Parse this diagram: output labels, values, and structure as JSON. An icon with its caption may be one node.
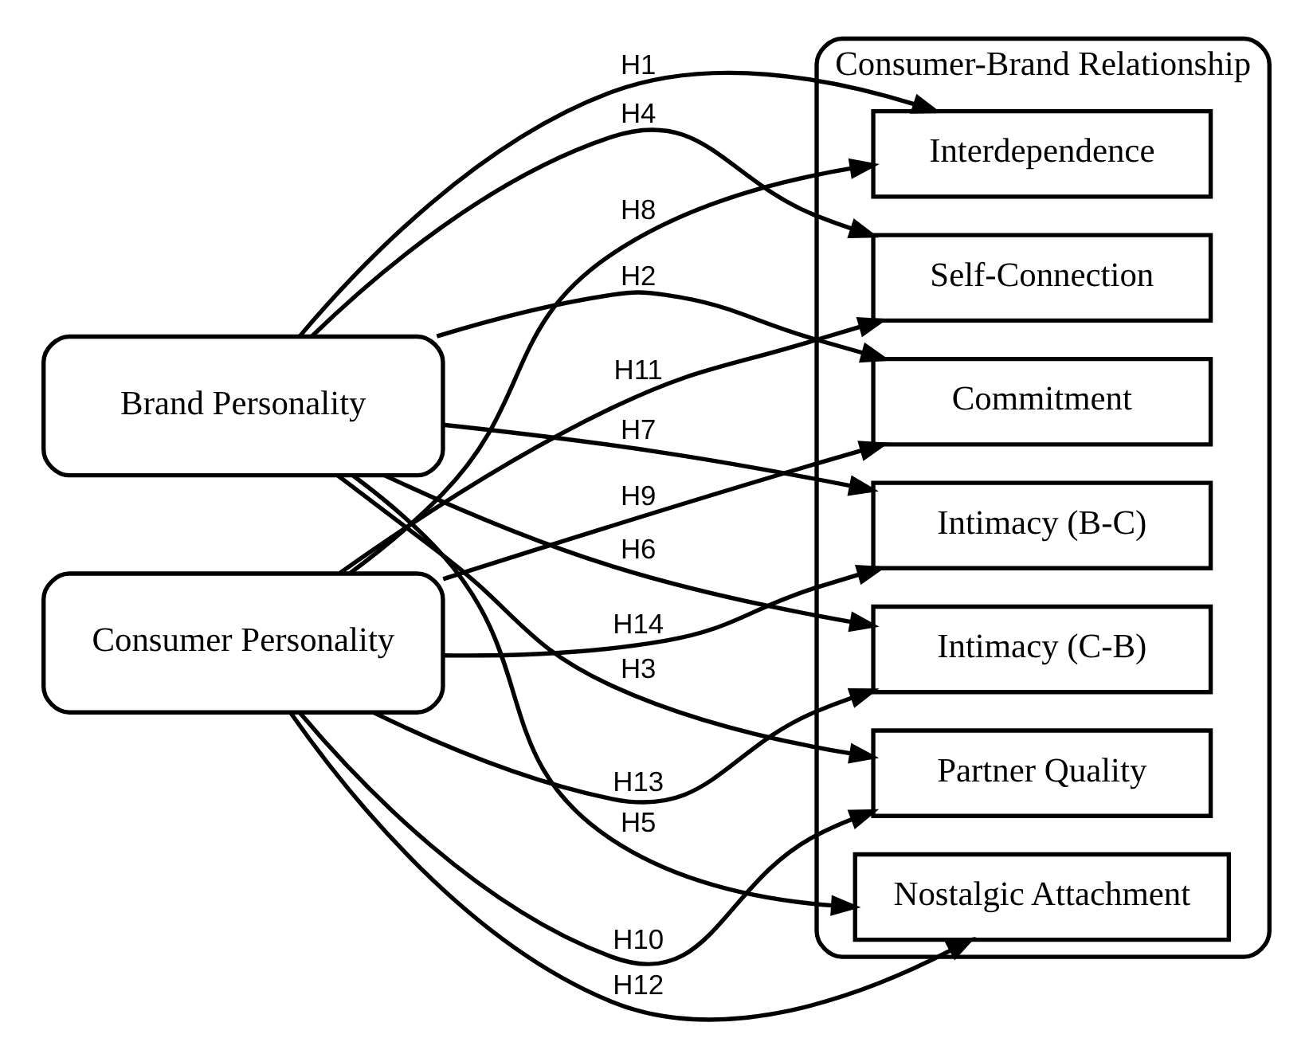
{
  "diagram": {
    "nodes": [
      {
        "text": [
          "Brand Personality"
        ]
      },
      {
        "text": [
          "Consumer Personality"
        ]
      },
      {
        "text": [
          "Consumer-Brand Relationship"
        ]
      },
      {
        "text": [
          "Interdependence"
        ],
        "in": 2
      },
      {
        "text": [
          "Commitment"
        ],
        "in": 2
      },
      {
        "text": [
          "Partner Quality"
        ],
        "in": 2
      },
      {
        "text": [
          "Self-Connection"
        ],
        "in": 2
      },
      {
        "text": [
          "Nostalgic Attachment"
        ],
        "in": 2
      },
      {
        "text": [
          "Intimacy (C-B)"
        ],
        "in": 2
      },
      {
        "text": [
          "Intimacy (B-C)"
        ],
        "in": 2
      }
    ],
    "edges": [
      {
        "from": 0,
        "to": 3,
        "arrow": "to",
        "label": "H1"
      },
      {
        "from": 0,
        "to": 4,
        "arrow": "to",
        "label": "H2"
      },
      {
        "from": 0,
        "to": 5,
        "arrow": "to",
        "label": "H3"
      },
      {
        "from": 0,
        "to": 6,
        "arrow": "to",
        "label": "H4"
      },
      {
        "from": 0,
        "to": 7,
        "arrow": "to",
        "label": "H5"
      },
      {
        "from": 0,
        "to": 8,
        "arrow": "to",
        "label": "H6"
      },
      {
        "from": 0,
        "to": 9,
        "arrow": "to",
        "label": "H7"
      },
      {
        "from": 1,
        "to": 3,
        "arrow": "to",
        "label": "H8"
      },
      {
        "from": 1,
        "to": 4,
        "arrow": "to",
        "label": "H9"
      },
      {
        "from": 1,
        "to": 5,
        "arrow": "to",
        "label": "H10"
      },
      {
        "from": 1,
        "to": 6,
        "arrow": "to",
        "label": "H11"
      },
      {
        "from": 1,
        "to": 7,
        "arrow": "to",
        "label": "H12"
      },
      {
        "from": 1,
        "to": 8,
        "arrow": "to",
        "label": "H13"
      },
      {
        "from": 1,
        "to": 9,
        "arrow": "to",
        "label": "H14"
      }
    ]
  }
}
